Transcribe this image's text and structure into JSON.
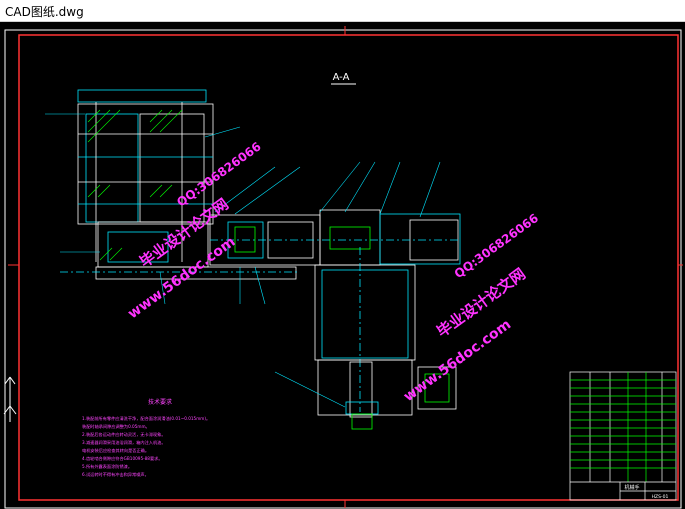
{
  "window": {
    "title": "CAD图纸.dwg"
  },
  "drawing": {
    "section_label": "A-A",
    "watermarks": {
      "left": {
        "site": "www.56doc.com",
        "qq": "QQ:306826066",
        "brand": "毕业设计论文网"
      },
      "right": {
        "site": "www.56doc.com",
        "qq": "QQ:306826066",
        "brand": "毕业设计论文网"
      }
    },
    "tech_requirements": {
      "title": "技术要求",
      "lines": [
        "1.装配前所有零件应清洗干净，配合面涂润滑油(0.01~0.015mm)。",
        "  装配时轴承间隙应调整为0.05mm。",
        "2.装配后各运动件应转动灵活，无卡滞现象。",
        "3.减速器润滑采用油浴润滑，箱内注入机油。",
        "  电机安装后应检查其转向是否正确。",
        "4.齿轮啮合侧隙应符合GB10095-88要求。",
        "5.所有外露表面涂防锈漆。",
        "6.试运转时不得有冲击和异常噪声。"
      ]
    },
    "title_block": {
      "name": "机械手",
      "drawing_no": "HZS-01"
    }
  },
  "colors": {
    "background": "#000000",
    "frame": "#ff3333",
    "lines": "#ffffff",
    "cyan": "#00e5ff",
    "green": "#00ff00",
    "magenta": "#ff44ff",
    "yellow": "#ffff00"
  }
}
